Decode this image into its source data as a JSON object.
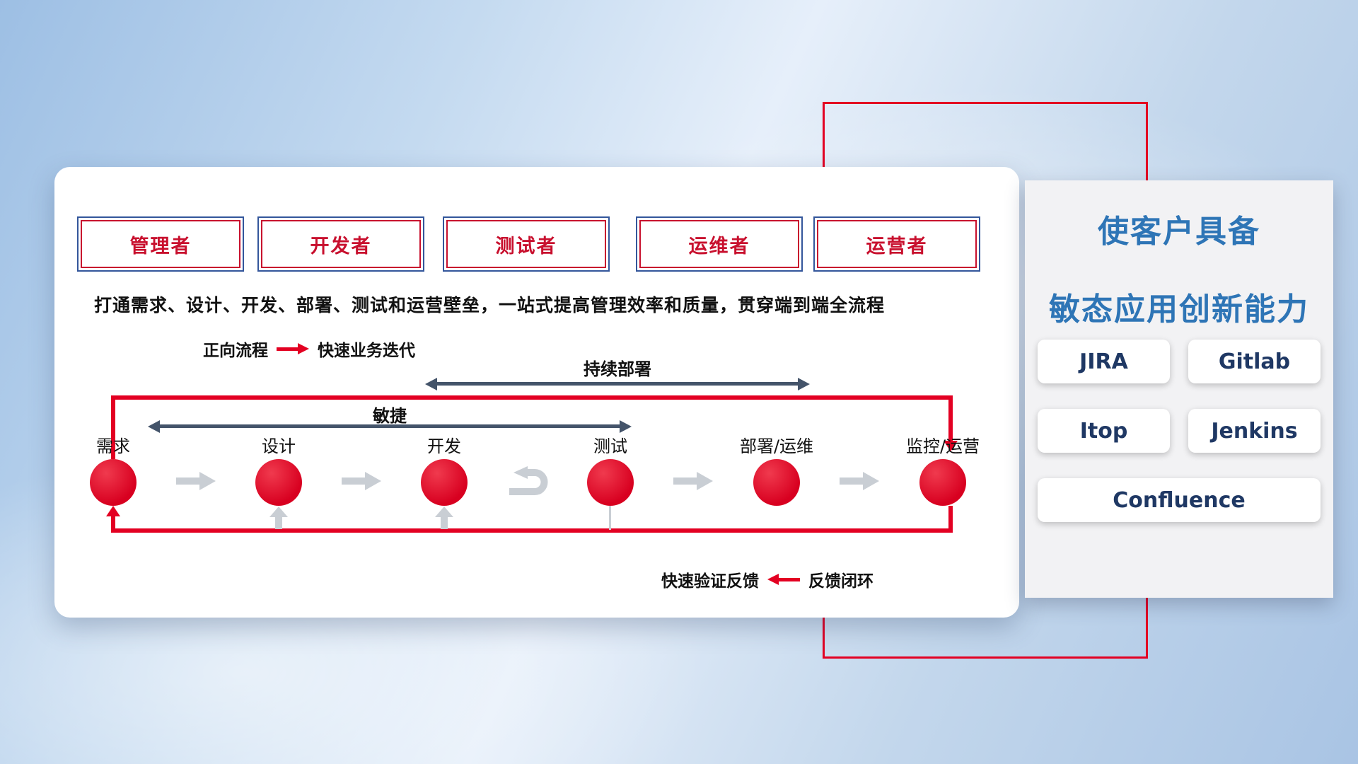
{
  "roles": [
    "管理者",
    "开发者",
    "测试者",
    "运维者",
    "运营者"
  ],
  "description": "打通需求、设计、开发、部署、测试和运营壁垒，一站式提高管理效率和质量，贯穿端到端全流程",
  "legend_forward": {
    "label": "正向流程",
    "value": "快速业务迭代"
  },
  "legend_feedback": {
    "label": "快速验证反馈",
    "value": "反馈闭环"
  },
  "flow": {
    "stages": [
      "需求",
      "设计",
      "开发",
      "测试",
      "部署/运维",
      "监控/运营"
    ],
    "agile_label": "敏捷",
    "continuous_deploy_label": "持续部署"
  },
  "right_panel": {
    "title_line1": "使客户具备",
    "title_line2": "敏态应用创新能力",
    "tools": [
      "JIRA",
      "Gitlab",
      "Itop",
      "Jenkins",
      "Confluence"
    ]
  },
  "colors": {
    "red": "#e30022",
    "navy": "#1f3864",
    "title_blue": "#2e75b6",
    "arrow_slate": "#44546a",
    "arrow_gray": "#c9ced4"
  }
}
